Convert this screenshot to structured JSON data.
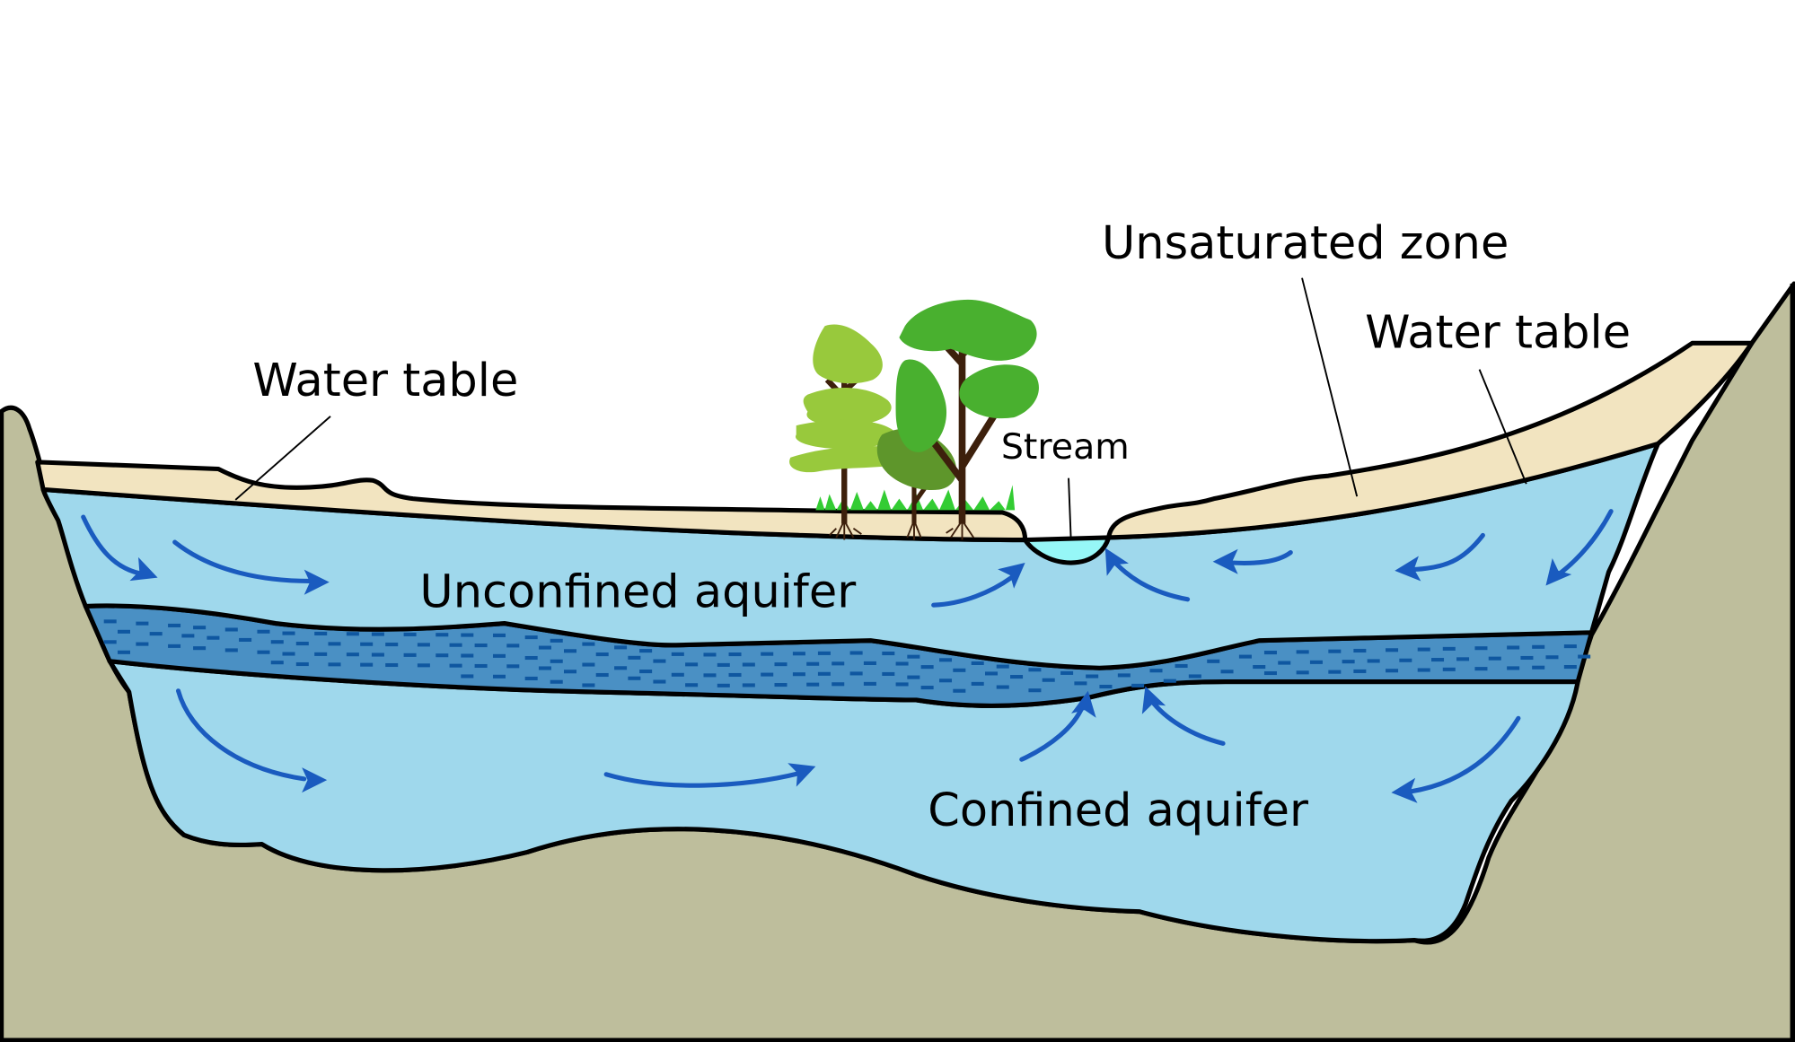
{
  "diagram": {
    "labels": {
      "water_table_left": "Water table",
      "unsaturated_zone": "Unsaturated zone",
      "water_table_right": "Water table",
      "stream": "Stream",
      "unconfined_aquifer": "Unconfined aquifer",
      "confined_aquifer": "Confined aquifer"
    },
    "colors": {
      "bedrock": "#bebe9c",
      "unsaturated_soil": "#f2e4c0",
      "aquifer_water": "#9fd8ec",
      "confining_layer": "#4a90c4",
      "confining_dashes": "#0f57a0",
      "stream_water": "#96f7f7",
      "flow_arrow": "#1a5bbf",
      "tree_light": "#98c93c",
      "tree_mid": "#49b02f",
      "tree_dark": "#5e962b",
      "trunk": "#3d200c",
      "grass": "#33cc33"
    }
  }
}
